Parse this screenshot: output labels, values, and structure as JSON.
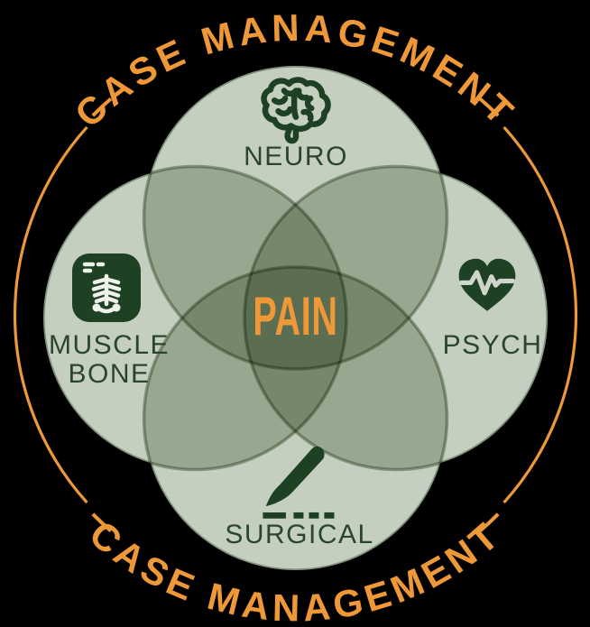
{
  "background_color": "#000000",
  "colors": {
    "accent_orange": "#EF9838",
    "icon_green": "#1E4023",
    "label_green": "#2A452F",
    "circle_fill": "#C5CFC0",
    "circle_edge": "#A9B4A4",
    "overlap_two": "#98A890",
    "overlap_center": "#5A7052"
  },
  "ring": {
    "top_label": "CASE MANAGEMENT",
    "bottom_label": "CASE MANAGEMENT"
  },
  "venn": {
    "center_label": "PAIN",
    "neuro": {
      "label": "NEURO",
      "icon": "brain-icon"
    },
    "muscle_bone": {
      "label_line1": "MUSCLE",
      "label_line2": "BONE",
      "icon": "xray-ribcage-icon"
    },
    "psych": {
      "label": "PSYCH",
      "icon": "heart-pulse-icon"
    },
    "surgical": {
      "label": "SURGICAL",
      "icon": "scalpel-icon"
    }
  }
}
